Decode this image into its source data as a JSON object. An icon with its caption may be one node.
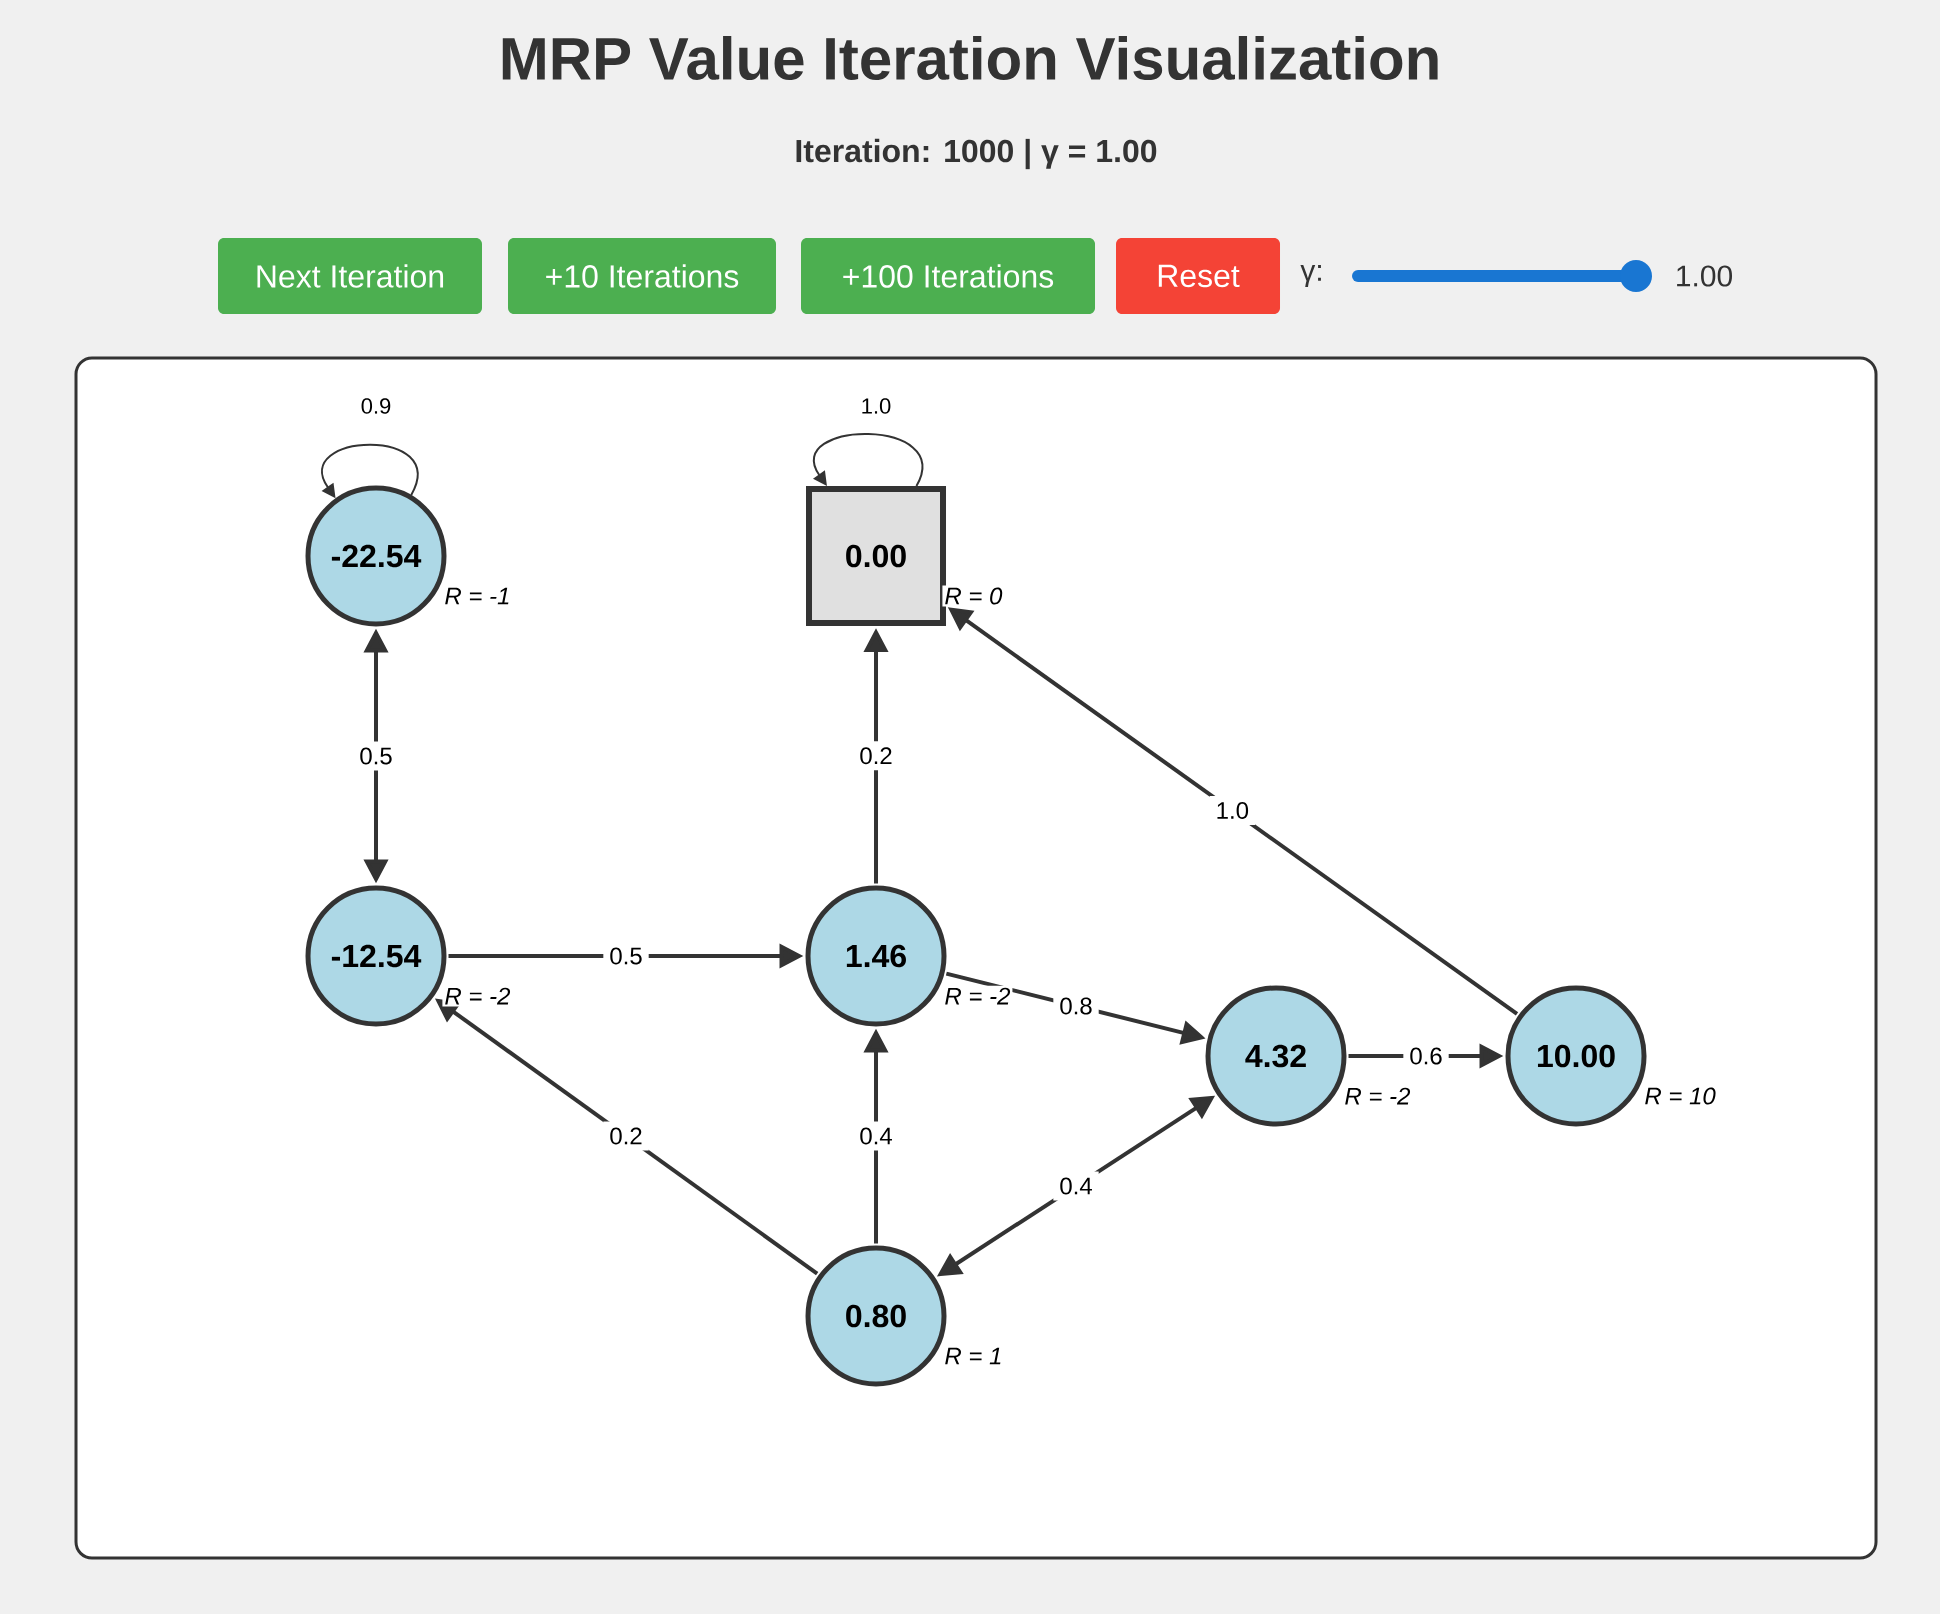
{
  "diagram": {
    "title": "MRP Value Iteration Visualization",
    "nodes": [
      {
        "text": [
          "-22.54"
        ],
        "beside": [
          "R = -1"
        ]
      },
      {
        "text": [
          "0.00"
        ],
        "beside": [
          "R = 0"
        ]
      },
      {
        "text": [
          "-12.54"
        ],
        "beside": [
          "R = -2"
        ]
      },
      {
        "text": [
          "1.46"
        ],
        "beside": [
          "R = -2"
        ]
      },
      {
        "text": [
          "4.32"
        ],
        "beside": [
          "R = -2"
        ]
      },
      {
        "text": [
          "10.00"
        ],
        "beside": [
          "R = 10"
        ]
      },
      {
        "text": [
          "0.80"
        ],
        "beside": [
          "R = 1"
        ]
      }
    ],
    "edges": [
      {
        "from": 0,
        "to": 0,
        "arrow": "to",
        "label": "0.9"
      },
      {
        "from": 1,
        "to": 1,
        "arrow": "to",
        "label": "1.0"
      },
      {
        "from": 0,
        "to": 2,
        "arrow": "both",
        "label": "0.5"
      },
      {
        "from": 2,
        "to": 3,
        "arrow": "to",
        "label": "0.5"
      },
      {
        "from": 3,
        "to": 1,
        "arrow": "to",
        "label": "0.2"
      },
      {
        "from": 3,
        "to": 4,
        "arrow": "to",
        "label": "0.8"
      },
      {
        "from": 5,
        "to": 1,
        "arrow": "to",
        "label": "1.0"
      },
      {
        "from": 4,
        "to": 5,
        "arrow": "to",
        "label": "0.6"
      },
      {
        "from": 6,
        "to": 2,
        "arrow": "to",
        "label": "0.2"
      },
      {
        "from": 6,
        "to": 3,
        "arrow": "to",
        "label": "0.4"
      },
      {
        "from": 6,
        "to": 4,
        "arrow": "both",
        "label": "0.4"
      }
    ],
    "labels": [
      "Iteration: 1000 | γ = 1.00",
      "Next Iteration",
      "+10 Iterations",
      "+100 Iterations",
      "Reset",
      "γ:",
      "1.00"
    ]
  }
}
